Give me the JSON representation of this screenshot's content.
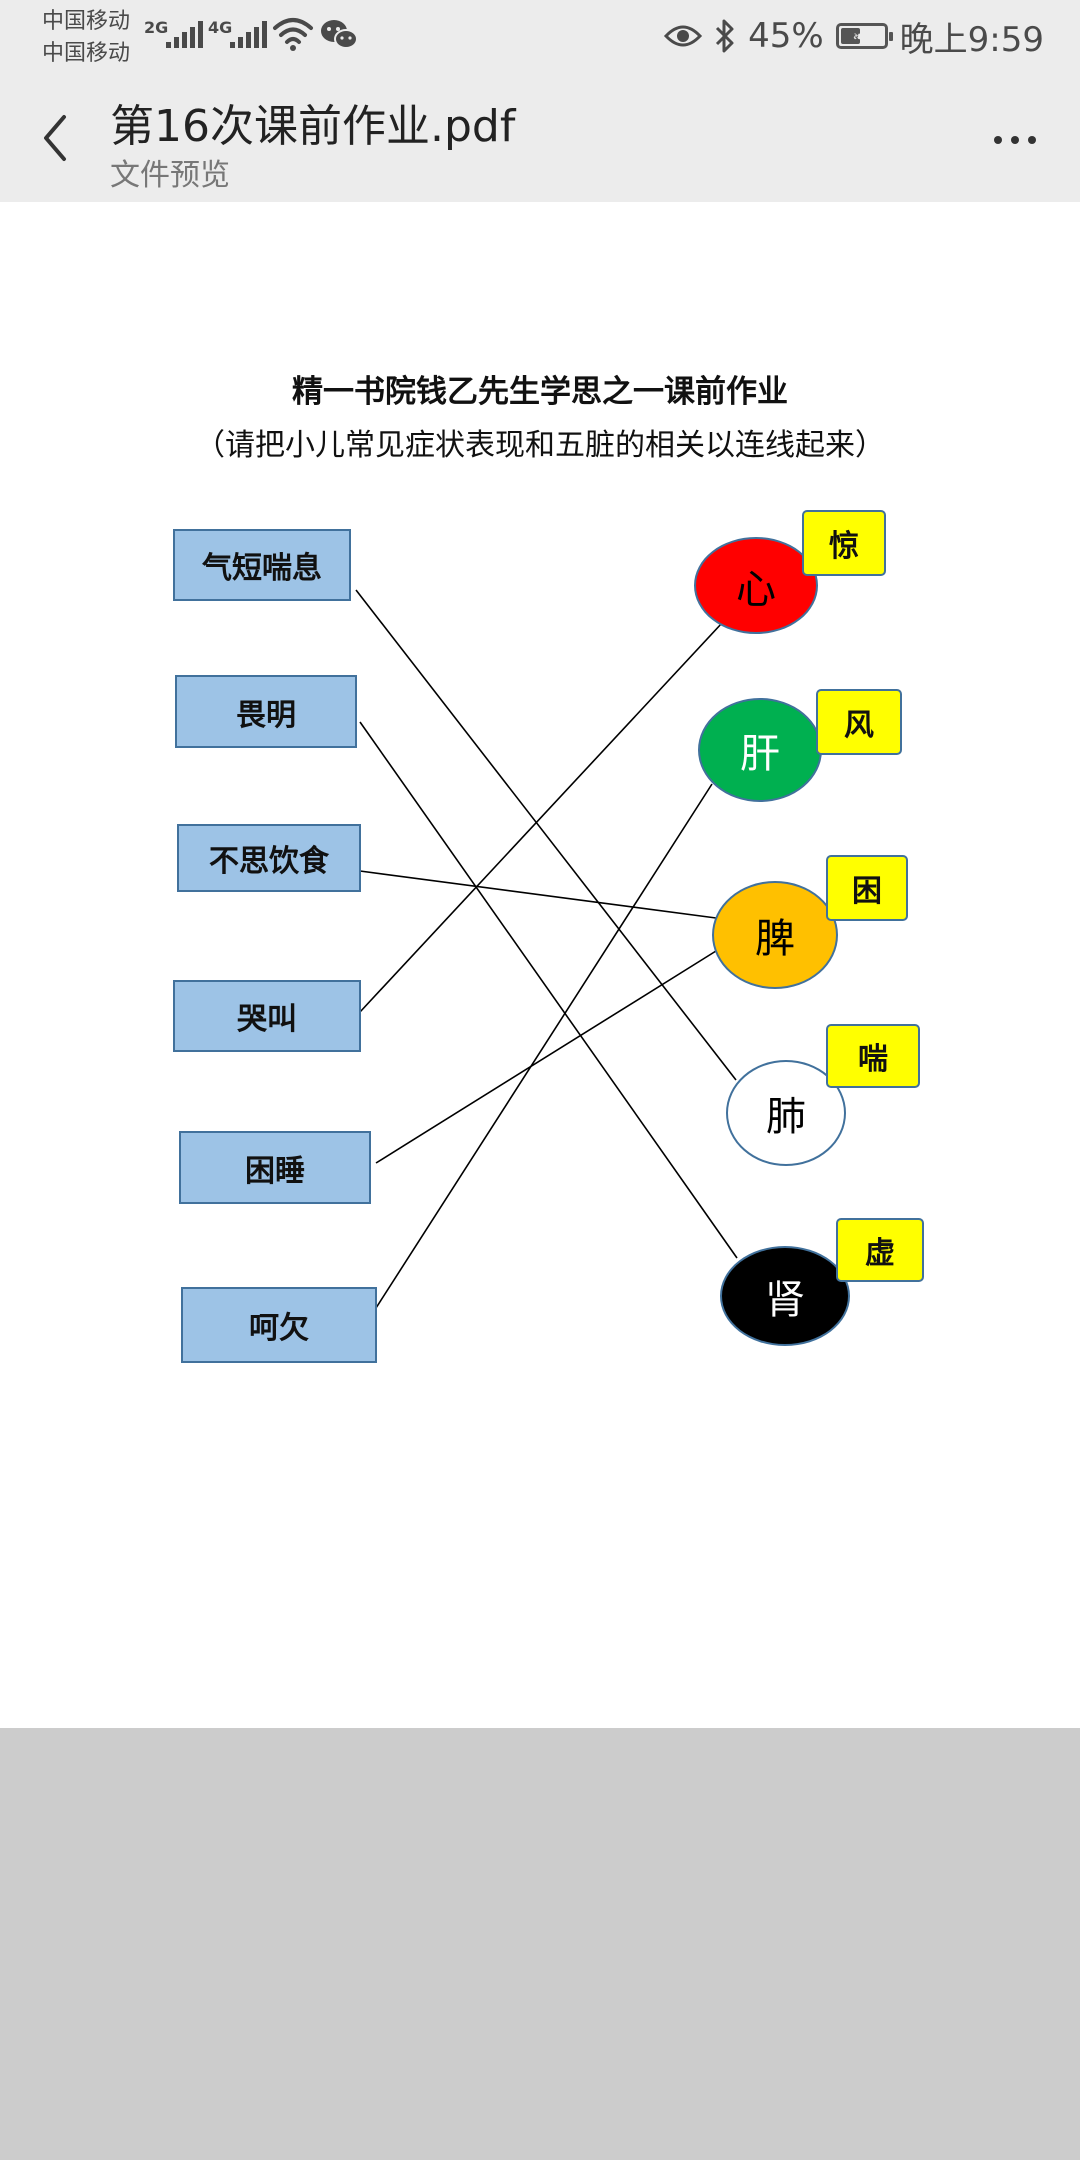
{
  "status_bar": {
    "carrier_1": "中国移动",
    "carrier_2": "中国移动",
    "network_1": "2G",
    "network_2": "4G",
    "battery_percent": "45%",
    "battery_level": 0.45,
    "time": "晚上9:59",
    "icons": [
      "signal-icon",
      "wifi-icon",
      "wechat-icon",
      "eye-icon",
      "bluetooth-icon",
      "battery-icon"
    ]
  },
  "header": {
    "title": "第16次课前作业.pdf",
    "subtitle": "文件预览",
    "back_icon": "chevron-left-icon",
    "more_icon": "more-dots-icon"
  },
  "document": {
    "title": "精一书院钱乙先生学思之一课前作业",
    "instruction": "（请把小儿常见症状表现和五脏的相关以连线起来）",
    "symptoms": [
      "气短喘息",
      "畏明",
      "不思饮食",
      "哭叫",
      "困睡",
      "呵欠"
    ],
    "organs": [
      {
        "label": "心",
        "fill": "#ff0000",
        "text_color": "#000000",
        "tag": "惊"
      },
      {
        "label": "肝",
        "fill": "#00b050",
        "text_color": "#ffffff",
        "tag": "风"
      },
      {
        "label": "脾",
        "fill": "#ffc000",
        "text_color": "#000000",
        "tag": "困"
      },
      {
        "label": "肺",
        "fill": "#ffffff",
        "text_color": "#000000",
        "tag": "喘"
      },
      {
        "label": "肾",
        "fill": "#000000",
        "text_color": "#ffffff",
        "tag": "虚"
      }
    ],
    "connections": [
      {
        "symptom": "气短喘息",
        "organ": "肺"
      },
      {
        "symptom": "畏明",
        "organ": "肾"
      },
      {
        "symptom": "不思饮食",
        "organ": "脾"
      },
      {
        "symptom": "哭叫",
        "organ": "心"
      },
      {
        "symptom": "困睡",
        "organ": "脾"
      },
      {
        "symptom": "呵欠",
        "organ": "肝"
      }
    ]
  }
}
